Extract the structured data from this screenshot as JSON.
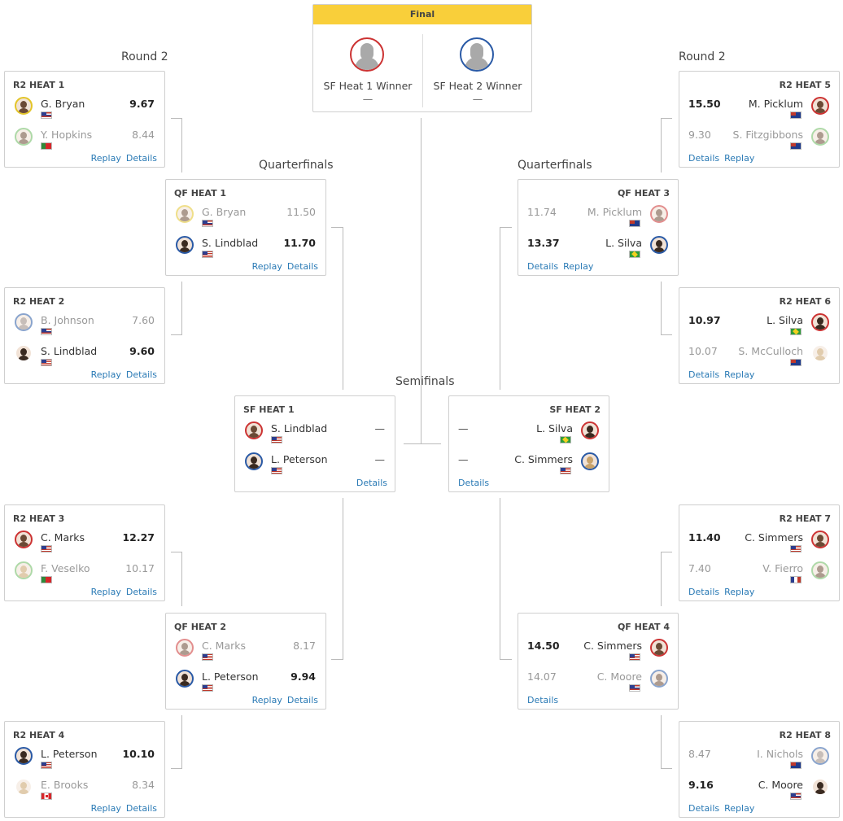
{
  "labels": {
    "round2_left": "Round 2",
    "round2_right": "Round 2",
    "qf_left": "Quarterfinals",
    "qf_right": "Quarterfinals",
    "semifinals": "Semifinals"
  },
  "final": {
    "title": "Final",
    "slot1": {
      "name": "SF Heat 1 Winner",
      "score": "—"
    },
    "slot2": {
      "name": "SF Heat 2 Winner",
      "score": "—"
    }
  },
  "links": {
    "replay": "Replay",
    "details": "Details"
  },
  "heats": {
    "r2h1": {
      "title": "R2 HEAT 1",
      "p1": {
        "name": "G. Bryan",
        "score": "9.67",
        "flag": "hawaii"
      },
      "p2": {
        "name": "Y. Hopkins",
        "score": "8.44",
        "flag": "portugal"
      }
    },
    "r2h2": {
      "title": "R2 HEAT 2",
      "p1": {
        "name": "B. Johnson",
        "score": "7.60",
        "flag": "hawaii"
      },
      "p2": {
        "name": "S. Lindblad",
        "score": "9.60",
        "flag": "usa"
      }
    },
    "r2h3": {
      "title": "R2 HEAT 3",
      "p1": {
        "name": "C. Marks",
        "score": "12.27",
        "flag": "usa"
      },
      "p2": {
        "name": "F. Veselko",
        "score": "10.17",
        "flag": "portugal"
      }
    },
    "r2h4": {
      "title": "R2 HEAT 4",
      "p1": {
        "name": "L. Peterson",
        "score": "10.10",
        "flag": "usa"
      },
      "p2": {
        "name": "E. Brooks",
        "score": "8.34",
        "flag": "canada"
      }
    },
    "r2h5": {
      "title": "R2 HEAT 5",
      "p1": {
        "name": "M. Picklum",
        "score": "15.50",
        "flag": "australia"
      },
      "p2": {
        "name": "S. Fitzgibbons",
        "score": "9.30",
        "flag": "australia"
      }
    },
    "r2h6": {
      "title": "R2 HEAT 6",
      "p1": {
        "name": "L. Silva",
        "score": "10.97",
        "flag": "brazil"
      },
      "p2": {
        "name": "S. McCulloch",
        "score": "10.07",
        "flag": "australia"
      }
    },
    "r2h7": {
      "title": "R2 HEAT 7",
      "p1": {
        "name": "C. Simmers",
        "score": "11.40",
        "flag": "usa"
      },
      "p2": {
        "name": "V. Fierro",
        "score": "7.40",
        "flag": "france"
      }
    },
    "r2h8": {
      "title": "R2 HEAT 8",
      "p1": {
        "name": "I. Nichols",
        "score": "8.47",
        "flag": "australia"
      },
      "p2": {
        "name": "C. Moore",
        "score": "9.16",
        "flag": "hawaii"
      }
    },
    "qf1": {
      "title": "QF HEAT 1",
      "p1": {
        "name": "G. Bryan",
        "score": "11.50",
        "flag": "hawaii"
      },
      "p2": {
        "name": "S. Lindblad",
        "score": "11.70",
        "flag": "usa"
      }
    },
    "qf2": {
      "title": "QF HEAT 2",
      "p1": {
        "name": "C. Marks",
        "score": "8.17",
        "flag": "usa"
      },
      "p2": {
        "name": "L. Peterson",
        "score": "9.94",
        "flag": "usa"
      }
    },
    "qf3": {
      "title": "QF HEAT 3",
      "p1": {
        "name": "M. Picklum",
        "score": "11.74",
        "flag": "australia"
      },
      "p2": {
        "name": "L. Silva",
        "score": "13.37",
        "flag": "brazil"
      }
    },
    "qf4": {
      "title": "QF HEAT 4",
      "p1": {
        "name": "C. Simmers",
        "score": "14.50",
        "flag": "usa"
      },
      "p2": {
        "name": "C. Moore",
        "score": "14.07",
        "flag": "hawaii"
      }
    },
    "sf1": {
      "title": "SF HEAT 1",
      "p1": {
        "name": "S. Lindblad",
        "score": "—",
        "flag": "usa"
      },
      "p2": {
        "name": "L. Peterson",
        "score": "—",
        "flag": "usa"
      }
    },
    "sf2": {
      "title": "SF HEAT 2",
      "p1": {
        "name": "L. Silva",
        "score": "—",
        "flag": "brazil"
      },
      "p2": {
        "name": "C. Simmers",
        "score": "—",
        "flag": "usa"
      }
    }
  },
  "icons": {
    "avatar": "surfer-avatar-icon",
    "silhouette": "person-silhouette-icon",
    "flag": "country-flag-icon"
  },
  "colors": {
    "final_header": "#f9cf3a",
    "link": "#2a7ab5",
    "red_jersey": "#cc3333",
    "blue_jersey": "#2a5aa6"
  }
}
